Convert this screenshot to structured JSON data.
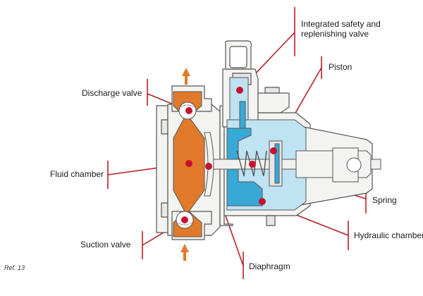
{
  "labels": {
    "integrated_valve_1": "Integrated safety and",
    "integrated_valve_2": "replenishing valve",
    "piston": "Piston",
    "discharge_valve": "Discharge valve",
    "fluid_chamber": "Fluid chamber",
    "spring": "Spring",
    "hydraulic_chamber": "Hydraulic chamber",
    "suction_valve": "Suction valve",
    "diaphragm": "Diaphragm"
  },
  "reference": "Ref. 13",
  "colors": {
    "fluid": "#e07a2a",
    "hydraulic": "#bfe3f2",
    "hydraulic_dark": "#38a9d6",
    "metal": "#f3f3f1",
    "outline": "#555555",
    "leader": "#b5202a",
    "marker": "#c8102e"
  }
}
